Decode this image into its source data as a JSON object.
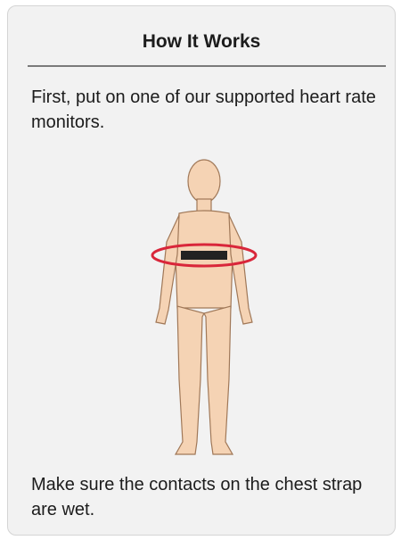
{
  "panel": {
    "title": "How It Works",
    "intro_text": "First, put on one of our supported heart rate monitors.",
    "instruction_text": "Make sure the contacts on the chest strap are wet."
  },
  "illustration": {
    "body_color": "#f5d3b4",
    "outline_color": "#a07858",
    "strap_color": "#222222",
    "highlight_color": "#d9263a"
  }
}
